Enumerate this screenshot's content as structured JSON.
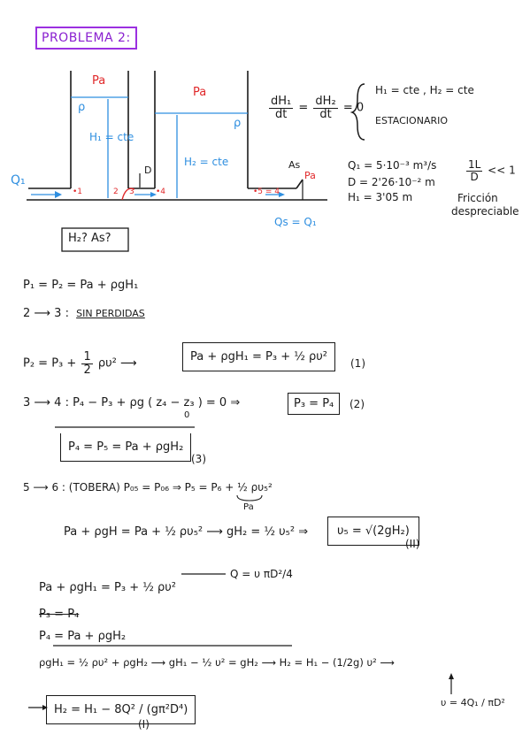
{
  "title": "PROBLEMA 2:",
  "diagram": {
    "pa_left": "Pa",
    "pa_mid": "Pa",
    "rho_left": "ρ",
    "rho_mid": "ρ",
    "h1": "H₁ = cte",
    "h2": "H₂ = cte",
    "q1": "Q₁",
    "d": "D",
    "as": "As",
    "pa_right": "Pa",
    "qs": "Qs = Q₁",
    "p1": "•1",
    "p2": "2",
    "p3": "3",
    "p4": "•4",
    "p56": "•5 = 4"
  },
  "asked": "H₂?  As?",
  "header_eq": {
    "dh1": "dH₁",
    "dt1": "dt",
    "dh2": "dH₂",
    "dt2": "dt",
    "zero": "= 0",
    "cond1": "H₁ = cte ,  H₂ = cte",
    "cond2": "ESTACIONARIO"
  },
  "givens": {
    "q1": "Q₁ =  5·10⁻³  m³/s",
    "d": "D =  2'26·10⁻² m",
    "h1": "H₁ =  3'05 m",
    "ratio_num": "1L",
    "ratio_den": "D",
    "ratio_rel": "<< 1",
    "friction1": "Fricción",
    "friction2": "despreciable"
  },
  "lines": {
    "l1": "P₁ = P₂ =  Pa + ρgH₁",
    "l2_pre": "2 ⟶ 3 :",
    "l2_title": "SIN PERDIDAS",
    "l3_left": "P₂  =  P₃  +",
    "l3_half": "1",
    "l3_two": "2",
    "l3_after": "ρυ²  ⟶",
    "l3_box": "Pa + ρgH₁  =  P₃  +  ½ ρυ²",
    "l3_tag": "(1)",
    "l4": "3 ⟶ 4 :     P₄ − P₃  +  ρg ( z₄ − z₃ ) = 0   ⇒",
    "l4_zero": "0",
    "l4_box": "P₃ = P₄",
    "l4_tag": "(2)",
    "l5_box": "P₄ = P₅ = Pa + ρgH₂",
    "l5_tag": "(3)",
    "l6": "5 ⟶ 6 :  (TOBERA)     P₀₅ = P₀₆  ⇒   P₅ = P₆  + ½ ρυ₅²",
    "l6_pa": "Pa",
    "l7": "Pa + ρgH  =  Pa  +  ½ ρυ₅²   ⟶   gH₂ = ½ υ₅²  ⇒",
    "l7_box": "υ₅ = √(2gH₂)",
    "l7_tag": "(II)",
    "l8_q": "Q = υ πD²/4",
    "l9": "Pa + ρgH₁ = P₃ + ½ ρυ²",
    "l10": "P₃ = P₄",
    "l11": "P₄ = Pa + ρgH₂",
    "l12": "ρgH₁ = ½ ρυ² + ρgH₂   ⟶    gH₁ − ½ υ² = gH₂  ⟶  H₂ = H₁ − (1/2g) υ²  ⟶",
    "l12_v": "υ = 4Q₁ / πD²",
    "l13_box": "H₂ = H₁ − 8Q² / (gπ²D⁴)",
    "l13_tag": "(I)"
  },
  "colors": {
    "ink": "#1a1a1a",
    "red": "#e0282a",
    "blue": "#2f8fe0",
    "purple": "#9b30e0"
  }
}
